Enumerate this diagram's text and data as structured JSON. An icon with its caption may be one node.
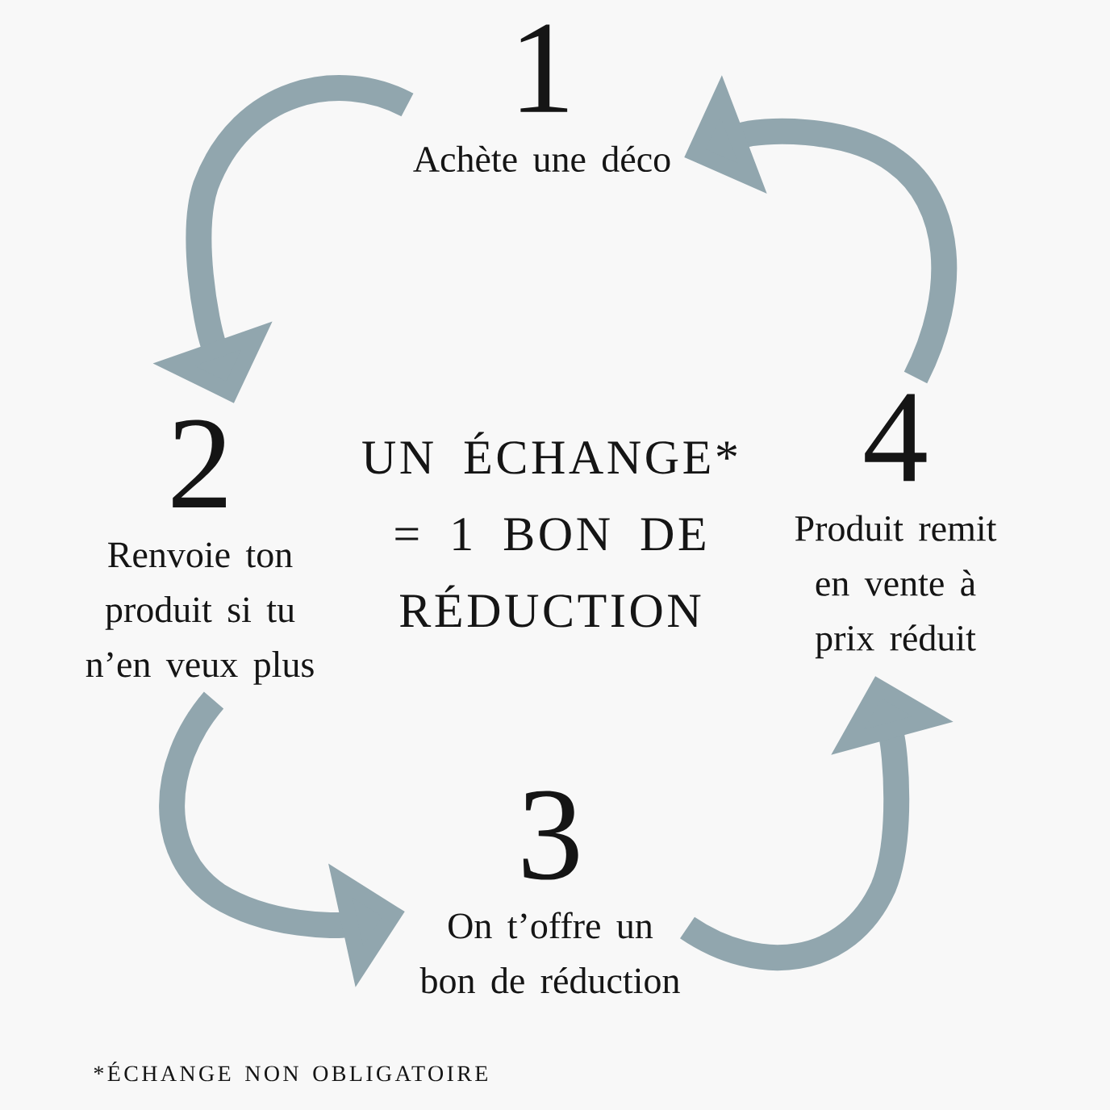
{
  "diagram": {
    "title": "UN ÉCHANGE* = 1 BON DE RÉDUCTION",
    "nodes": [
      {
        "text": [
          "1",
          "Achète une déco"
        ]
      },
      {
        "text": [
          "2",
          "Renvoie ton produit si tu n’en veux plus"
        ]
      },
      {
        "text": [
          "3",
          "On t’offre un bon de réduction"
        ]
      },
      {
        "text": [
          "4",
          "Produit remit en vente à prix réduit"
        ]
      }
    ],
    "edges": [
      {
        "from": 0,
        "to": 1,
        "arrow": "to"
      },
      {
        "from": 1,
        "to": 2,
        "arrow": "to"
      },
      {
        "from": 2,
        "to": 3,
        "arrow": "to"
      },
      {
        "from": 3,
        "to": 0,
        "arrow": "to"
      }
    ],
    "labels": [
      "*ÉCHANGE NON OBLIGATOIRE"
    ]
  }
}
